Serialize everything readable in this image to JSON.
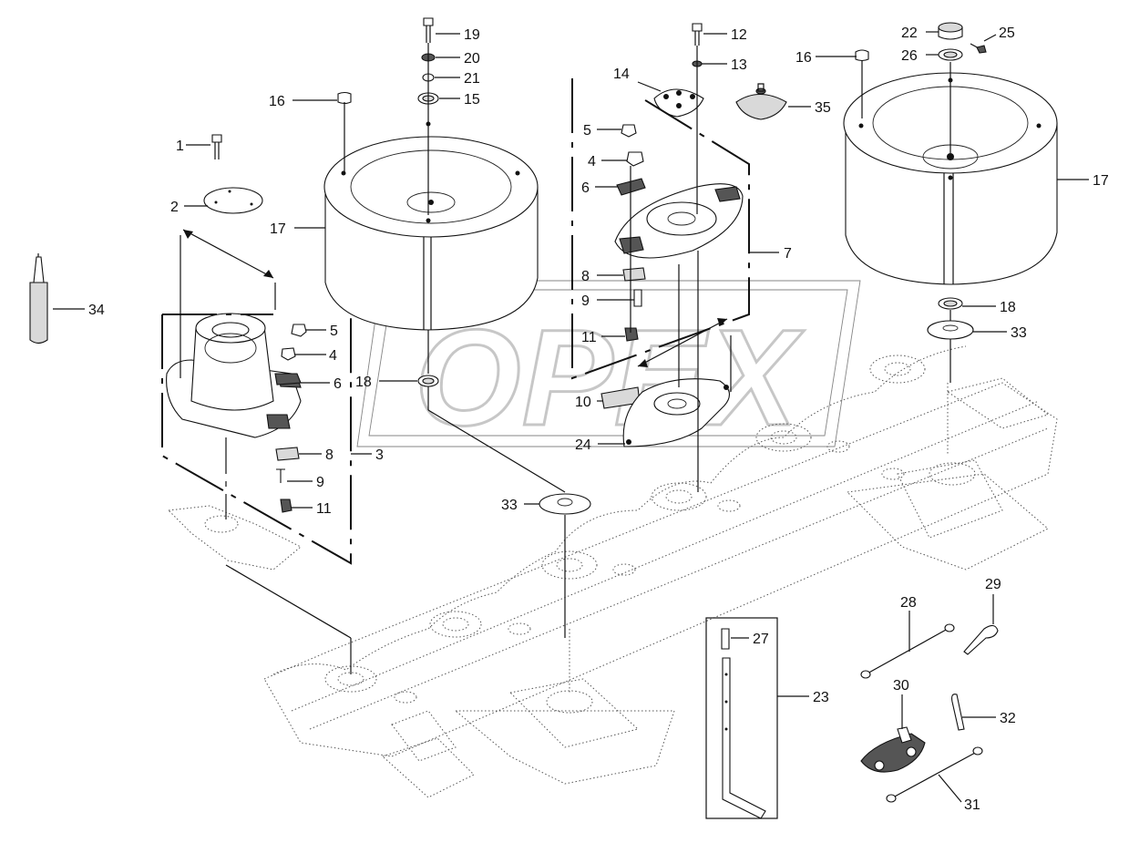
{
  "diagram": {
    "watermark": "OPEX",
    "callouts": [
      {
        "id": "c1",
        "text": "1"
      },
      {
        "id": "c2",
        "text": "2"
      },
      {
        "id": "c3",
        "text": "3"
      },
      {
        "id": "c4a",
        "text": "4"
      },
      {
        "id": "c4b",
        "text": "4"
      },
      {
        "id": "c5a",
        "text": "5"
      },
      {
        "id": "c5b",
        "text": "5"
      },
      {
        "id": "c6a",
        "text": "6"
      },
      {
        "id": "c6b",
        "text": "6"
      },
      {
        "id": "c7",
        "text": "7"
      },
      {
        "id": "c8a",
        "text": "8"
      },
      {
        "id": "c8b",
        "text": "8"
      },
      {
        "id": "c9a",
        "text": "9"
      },
      {
        "id": "c9b",
        "text": "9"
      },
      {
        "id": "c10",
        "text": "10"
      },
      {
        "id": "c11a",
        "text": "11"
      },
      {
        "id": "c11b",
        "text": "11"
      },
      {
        "id": "c12",
        "text": "12"
      },
      {
        "id": "c13",
        "text": "13"
      },
      {
        "id": "c14",
        "text": "14"
      },
      {
        "id": "c15",
        "text": "15"
      },
      {
        "id": "c16a",
        "text": "16"
      },
      {
        "id": "c16b",
        "text": "16"
      },
      {
        "id": "c17a",
        "text": "17"
      },
      {
        "id": "c17b",
        "text": "17"
      },
      {
        "id": "c18a",
        "text": "18"
      },
      {
        "id": "c18b",
        "text": "18"
      },
      {
        "id": "c19",
        "text": "19"
      },
      {
        "id": "c20",
        "text": "20"
      },
      {
        "id": "c21",
        "text": "21"
      },
      {
        "id": "c22",
        "text": "22"
      },
      {
        "id": "c23",
        "text": "23"
      },
      {
        "id": "c24",
        "text": "24"
      },
      {
        "id": "c25",
        "text": "25"
      },
      {
        "id": "c26",
        "text": "26"
      },
      {
        "id": "c27",
        "text": "27"
      },
      {
        "id": "c28",
        "text": "28"
      },
      {
        "id": "c29",
        "text": "29"
      },
      {
        "id": "c30",
        "text": "30"
      },
      {
        "id": "c31",
        "text": "31"
      },
      {
        "id": "c32",
        "text": "32"
      },
      {
        "id": "c33a",
        "text": "33"
      },
      {
        "id": "c33b",
        "text": "33"
      },
      {
        "id": "c34",
        "text": "34"
      },
      {
        "id": "c35",
        "text": "35"
      }
    ]
  }
}
